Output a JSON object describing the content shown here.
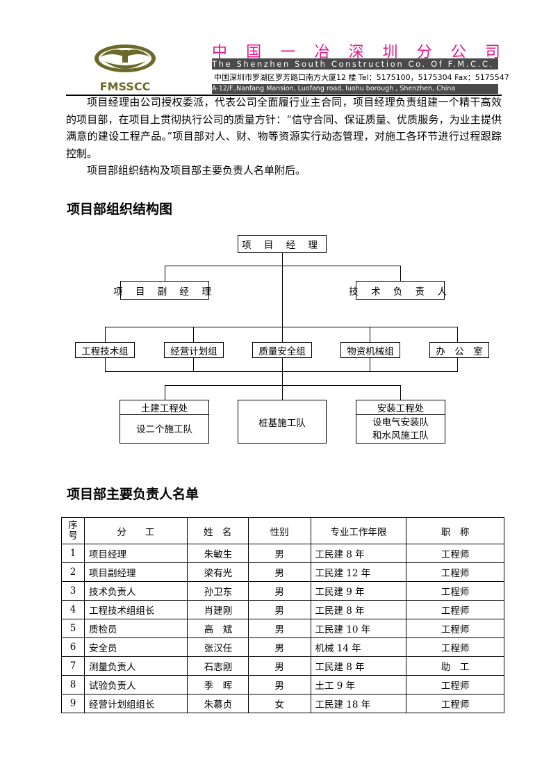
{
  "header": {
    "logo_text": "FMSSCC",
    "company_cn_chars": [
      "中",
      "国",
      "一",
      "冶",
      "深",
      "圳",
      "分",
      "公",
      "司"
    ],
    "company_en": "The Shenzhen South Construction Co. Of F.M.C.C.",
    "address_cn": "中国深圳市罗湖区罗芳路口南方大厦12 楼  Tel：5175100，5175304 Fax：5175547",
    "address_en": "A-12/F.,Nanfang Mansion, Luofang road, luohu borough , Shenzhen, China"
  },
  "body": {
    "para1": "项目经理由公司授权委派，代表公司全面履行业主合同，项目经理负责组建一个精干高效的项目部，在项目上贯彻执行公司的质量方针：“信守合同、保证质量、优质服务，为业主提供满意的建设工程产品。”项目部对人、财、物等资源实行动态管理，对施工各环节进行过程跟踪控制。",
    "para2": "项目部组织结构及项目部主要负责人名单附后。"
  },
  "org_chart": {
    "title": "项目部组织结构图",
    "top": "项 目 经 理",
    "level2": [
      "项 目 副 经 理",
      "技 术 负 责 人"
    ],
    "level3": [
      "工程技术组",
      "经营计划组",
      "质量安全组",
      "物资机械组",
      "办　公　室"
    ],
    "level4": [
      {
        "head": "土建工程处",
        "body": [
          "设二个施工队"
        ]
      },
      {
        "head": "",
        "body": [
          "桩基施工队"
        ]
      },
      {
        "head": "安装工程处",
        "body": [
          "设电气安装队",
          "和水风施工队"
        ]
      }
    ]
  },
  "staff_list": {
    "title": "项目部主要负责人名单",
    "headers": [
      "序\n号",
      "分　　工",
      "姓　名",
      "性别",
      "专业工作年限",
      "职　称"
    ],
    "rows": [
      [
        "1",
        "项目经理",
        "朱敏生",
        "男",
        "工民建 8 年",
        "工程师"
      ],
      [
        "2",
        "项目副经理",
        "梁有光",
        "男",
        "工民建 12 年",
        "工程师"
      ],
      [
        "3",
        "技术负责人",
        "孙卫东",
        "男",
        "工民建 9 年",
        "工程师"
      ],
      [
        "4",
        "工程技术组组长",
        "肖建刚",
        "男",
        "工民建 8 年",
        "工程师"
      ],
      [
        "5",
        "质检员",
        "高　斌",
        "男",
        "工民建 10 年",
        "工程师"
      ],
      [
        "6",
        "安全员",
        "张汉任",
        "男",
        "机械 14 年",
        "工程师"
      ],
      [
        "7",
        "测量负责人",
        "石志刚",
        "男",
        "工民建 8 年",
        "助　工"
      ],
      [
        "8",
        "试验负责人",
        "季　晖",
        "男",
        "土工 9 年",
        "工程师"
      ],
      [
        "9",
        "经营计划组组长",
        "朱慕贞",
        "女",
        "工民建 18 年",
        "工程师"
      ]
    ]
  },
  "colors": {
    "brand_pink": "#e6158c",
    "bar_gray": "#4a4a4a",
    "logo_olive": "#6b6a2a"
  }
}
